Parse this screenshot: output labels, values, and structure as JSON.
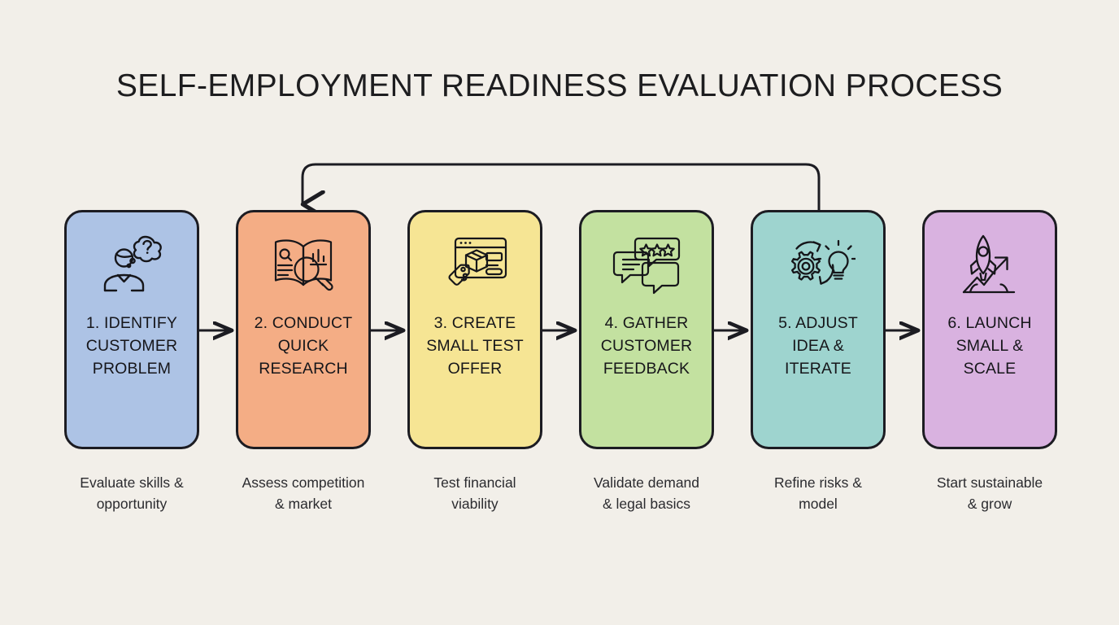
{
  "title": "SELF-EMPLOYMENT READINESS EVALUATION PROCESS",
  "background_color": "#f2efe9",
  "stroke_color": "#1c1c22",
  "diagram": {
    "type": "linear-process-flow-with-feedback-loop",
    "steps": [
      {
        "number": "1.",
        "label": "1. IDENTIFY\nCUSTOMER\nPROBLEM",
        "label_lines": [
          "1. IDENTIFY",
          "CUSTOMER",
          "PROBLEM"
        ],
        "caption": "Evaluate skills &\nopportunity",
        "caption_lines": [
          "Evaluate skills &",
          "opportunity"
        ],
        "color": "#adc3e5",
        "icon": "person-thought-bubble-question-icon"
      },
      {
        "number": "2.",
        "label": "2. CONDUCT\nQUICK\nRESEARCH",
        "label_lines": [
          "2. CONDUCT",
          "QUICK",
          "RESEARCH"
        ],
        "caption": "Assess competition\n& market",
        "caption_lines": [
          "Assess competition",
          "& market"
        ],
        "color": "#f4ad85",
        "icon": "open-book-magnifier-chart-icon"
      },
      {
        "number": "3.",
        "label": "3. CREATE\nSMALL TEST\nOFFER",
        "label_lines": [
          "3. CREATE",
          "SMALL TEST",
          "OFFER"
        ],
        "caption": "Test financial\nviability",
        "caption_lines": [
          "Test financial",
          "viability"
        ],
        "color": "#f6e594",
        "icon": "browser-window-package-price-tag-icon"
      },
      {
        "number": "4.",
        "label": "4. GATHER\nCUSTOMER\nFEEDBACK",
        "label_lines": [
          "4. GATHER",
          "CUSTOMER",
          "FEEDBACK"
        ],
        "caption": "Validate demand\n& legal basics",
        "caption_lines": [
          "Validate demand",
          "& legal basics"
        ],
        "color": "#c3e1a0",
        "icon": "speech-bubbles-stars-rating-icon"
      },
      {
        "number": "5.",
        "label": "5. ADJUST\nIDEA &\nITERATE",
        "label_lines": [
          "5. ADJUST",
          "IDEA &",
          "ITERATE"
        ],
        "caption": "Refine risks &\nmodel",
        "caption_lines": [
          "Refine risks &",
          "model"
        ],
        "color": "#9ed4cf",
        "icon": "gear-lightbulb-cycle-icon"
      },
      {
        "number": "6.",
        "label": "6. LAUNCH\nSMALL &\nSCALE",
        "label_lines": [
          "6. LAUNCH",
          "SMALL &",
          "SCALE"
        ],
        "caption": "Start sustainable\n& grow",
        "caption_lines": [
          "Start sustainable",
          "& grow"
        ],
        "color": "#d9b2e0",
        "icon": "rocket-growth-arrow-icon"
      }
    ],
    "connectors": [
      {
        "from": "1",
        "to": "2",
        "type": "arrow-right"
      },
      {
        "from": "2",
        "to": "3",
        "type": "arrow-right"
      },
      {
        "from": "3",
        "to": "4",
        "type": "arrow-right"
      },
      {
        "from": "4",
        "to": "5",
        "type": "arrow-right"
      },
      {
        "from": "5",
        "to": "6",
        "type": "arrow-right"
      }
    ],
    "feedback_loop": {
      "from": "5",
      "to": "2",
      "type": "arrow-up-over-and-down",
      "description": "Feedback loop from step 5 back to step 2"
    }
  }
}
